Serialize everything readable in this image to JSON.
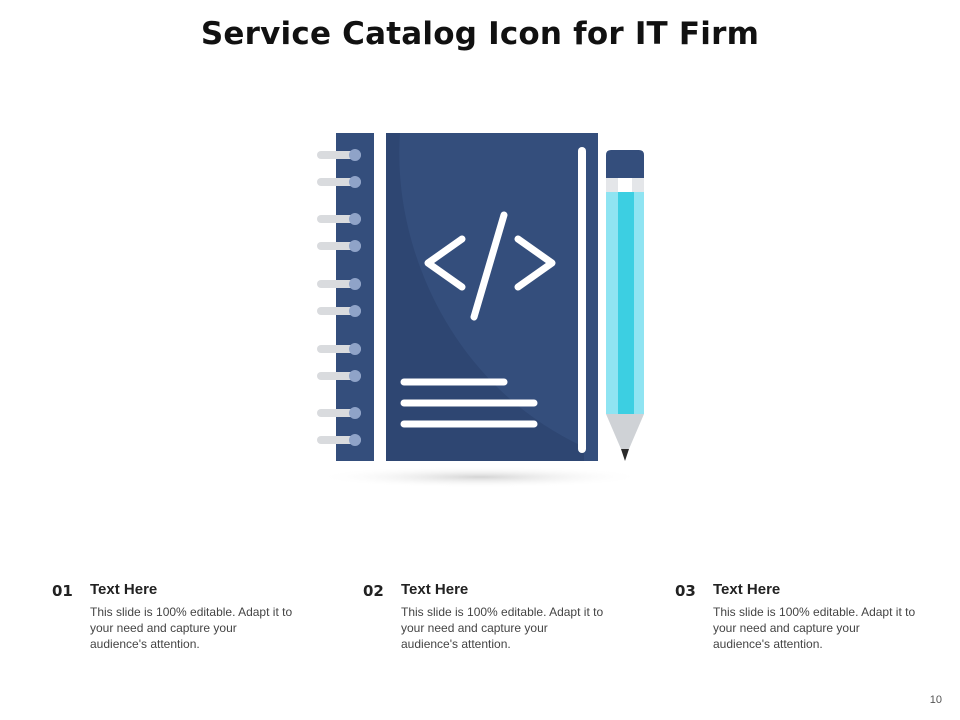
{
  "title": "Service Catalog Icon for IT Firm",
  "illustration": {
    "icons": [
      "spiral-notebook-icon",
      "code-brackets-icon",
      "pencil-icon"
    ],
    "colors": {
      "notebook_cover": "#344e7c",
      "notebook_cover_shade": "#2e4672",
      "spiral_ring": "#8fa3c8",
      "pencil_body": "#6fdcee",
      "pencil_band": "#3ccfe2",
      "pencil_tip": "#cfd2d6",
      "lines": "#ffffff"
    }
  },
  "items": [
    {
      "number": "01",
      "heading": "Text Here",
      "body": "This slide is 100% editable. Adapt it to your need and capture your audience's attention."
    },
    {
      "number": "02",
      "heading": "Text Here",
      "body": "This slide is 100% editable. Adapt it to your need and capture your audience's attention."
    },
    {
      "number": "03",
      "heading": "Text Here",
      "body": "This slide is 100% editable. Adapt it to your need and capture your audience's attention."
    }
  ],
  "page_number": "10"
}
